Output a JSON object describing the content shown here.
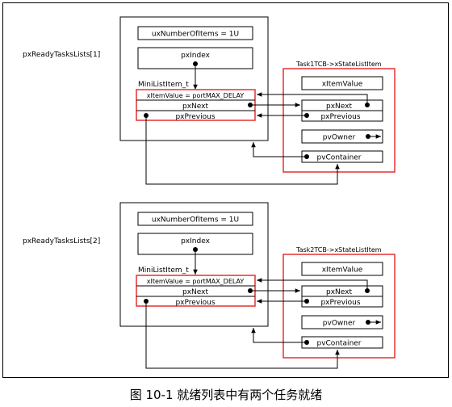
{
  "figure": {
    "caption": "图 10-1 就绪列表中有两个任务就绪",
    "lists": [
      {
        "label": "pxReadyTasksLists[1]",
        "number_of_items": "uxNumberOfItems = 1U",
        "index": "pxIndex",
        "mini_item_title": "MiniListItem_t",
        "mini_item_value": "xItemValue = portMAX_DELAY",
        "mini_next": "pxNext",
        "mini_previous": "pxPrevious",
        "tcb_title": "Task1TCB->xStateListItem",
        "tcb_fields": [
          "xItemValue",
          "pxNext",
          "pxPrevious",
          "pvOwner",
          "pvContainer"
        ]
      },
      {
        "label": "pxReadyTasksLists[2]",
        "number_of_items": "uxNumberOfItems = 1U",
        "index": "pxIndex",
        "mini_item_title": "MiniListItem_t",
        "mini_item_value": "xItemValue = portMAX_DELAY",
        "mini_next": "pxNext",
        "mini_previous": "pxPrevious",
        "tcb_title": "Task2TCB->xStateListItem",
        "tcb_fields": [
          "xItemValue",
          "pxNext",
          "pxPrevious",
          "pvOwner",
          "pvContainer"
        ]
      }
    ],
    "colors": {
      "highlight": "#e53030",
      "line": "#000000"
    }
  }
}
